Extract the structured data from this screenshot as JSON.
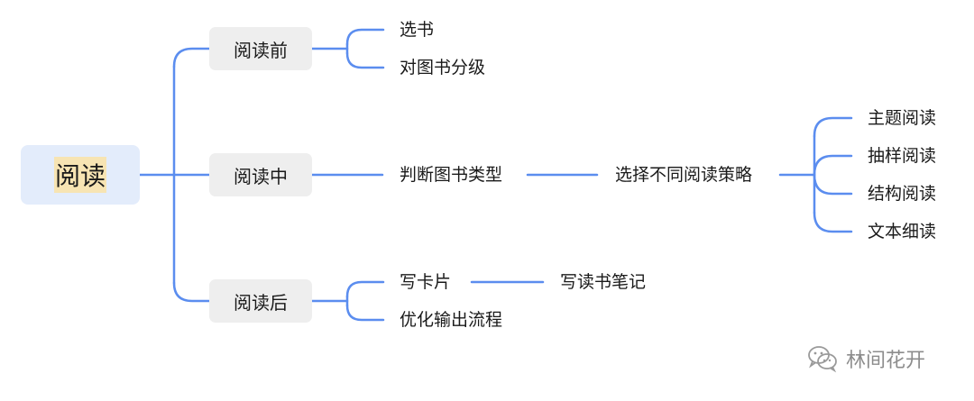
{
  "root": {
    "label": "阅读"
  },
  "stages": {
    "before": {
      "label": "阅读前",
      "children": [
        "选书",
        "对图书分级"
      ]
    },
    "during": {
      "label": "阅读中",
      "step1": "判断图书类型",
      "step2": "选择不同阅读策略",
      "strategies": [
        "主题阅读",
        "抽样阅读",
        "结构阅读",
        "文本细读"
      ]
    },
    "after": {
      "label": "阅读后",
      "cards": "写卡片",
      "notes": "写读书笔记",
      "output": "优化输出流程"
    }
  },
  "watermark": {
    "text": "林间花开",
    "icon": "wechat-icon"
  },
  "colors": {
    "edge": "#5b8def",
    "root_bg": "#e3ecfb",
    "highlight": "#f7e4b3",
    "node_bg": "#eeeeee"
  }
}
